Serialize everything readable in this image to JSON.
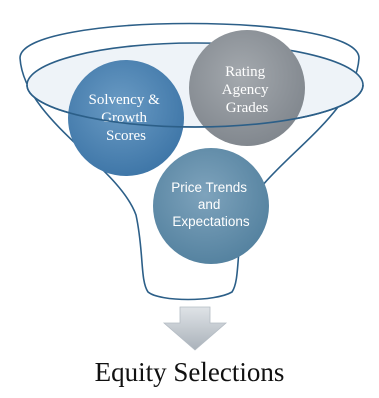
{
  "funnel": {
    "inputs": [
      {
        "lines": [
          "Solvency &",
          "Growth",
          "Scores"
        ],
        "color": "#4a7fae"
      },
      {
        "lines": [
          "Rating",
          "Agency",
          "Grades"
        ],
        "color": "#8e949b"
      },
      {
        "lines": [
          "Price Trends",
          "and",
          "Expectations"
        ],
        "color": "#5f8aa6"
      }
    ],
    "output": "Equity Selections"
  },
  "colors": {
    "funnel_stroke": "#2c5f88",
    "arrow_fill": "#c6ccd2"
  },
  "icons": [
    "funnel-shape",
    "down-arrow"
  ]
}
